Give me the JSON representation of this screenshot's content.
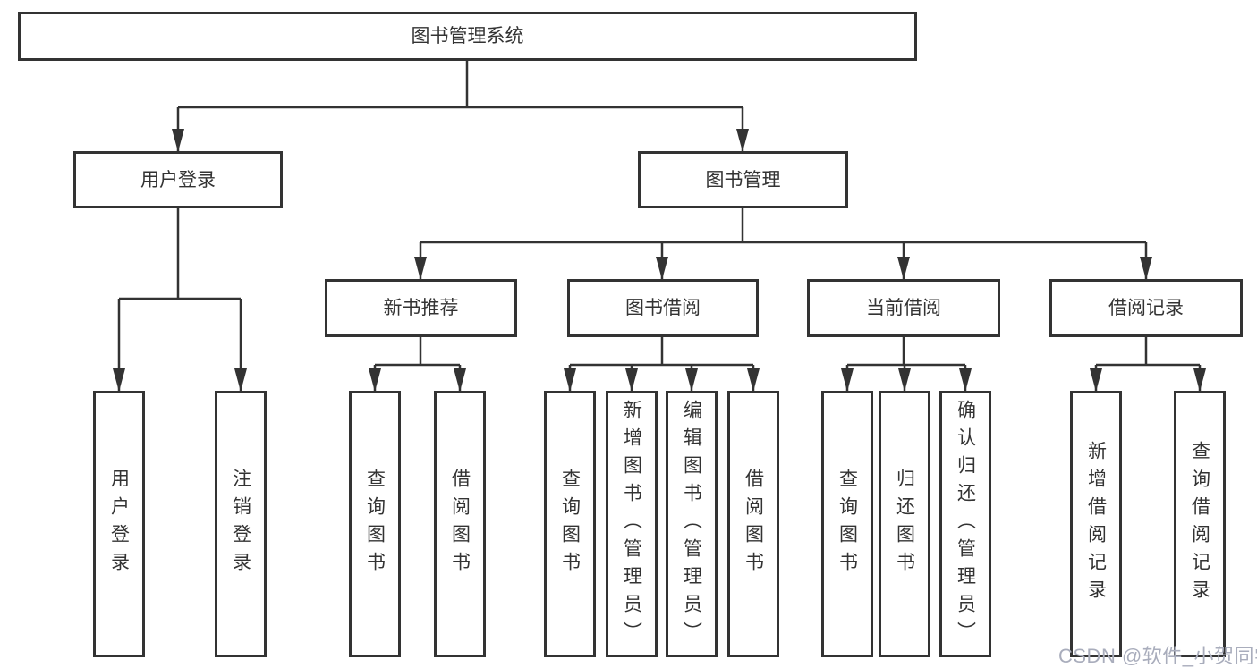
{
  "diagram": {
    "root": {
      "label": "图书管理系统"
    },
    "branches": [
      {
        "label": "用户登录",
        "children": [
          {
            "label": "用户登录"
          },
          {
            "label": "注销登录"
          }
        ]
      },
      {
        "label": "图书管理",
        "children": [
          {
            "label": "新书推荐",
            "children": [
              {
                "label": "查询图书"
              },
              {
                "label": "借阅图书"
              }
            ]
          },
          {
            "label": "图书借阅",
            "children": [
              {
                "label": "查询图书"
              },
              {
                "label": "新增图书（管理员）"
              },
              {
                "label": "编辑图书（管理员）"
              },
              {
                "label": "借阅图书"
              }
            ]
          },
          {
            "label": "当前借阅",
            "children": [
              {
                "label": "查询图书"
              },
              {
                "label": "归还图书"
              },
              {
                "label": "确认归还（管理员）"
              }
            ]
          },
          {
            "label": "借阅记录",
            "children": [
              {
                "label": "新增借阅记录"
              },
              {
                "label": "查询借阅记录"
              }
            ]
          }
        ]
      }
    ]
  },
  "watermark": {
    "text": "CSDN @软件_小贺同学",
    "color": "#a9adbc"
  },
  "colors": {
    "line": "#333333",
    "text": "#333333",
    "background": "#ffffff"
  }
}
